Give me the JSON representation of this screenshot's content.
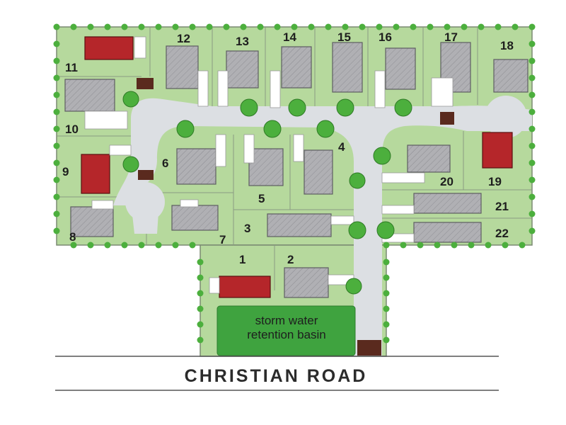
{
  "map": {
    "road_name": "CHRISTIAN ROAD",
    "basin_label_line1": "storm water",
    "basin_label_line2": "retention basin",
    "lots": [
      {
        "number": "1",
        "house": "red"
      },
      {
        "number": "2",
        "house": "gray"
      },
      {
        "number": "3",
        "house": "gray"
      },
      {
        "number": "4",
        "house": "gray"
      },
      {
        "number": "5",
        "house": "gray"
      },
      {
        "number": "6",
        "house": "gray"
      },
      {
        "number": "7",
        "house": "gray"
      },
      {
        "number": "8",
        "house": "gray"
      },
      {
        "number": "9",
        "house": "red"
      },
      {
        "number": "10",
        "house": "gray"
      },
      {
        "number": "11",
        "house": "red"
      },
      {
        "number": "12",
        "house": "gray"
      },
      {
        "number": "13",
        "house": "gray"
      },
      {
        "number": "14",
        "house": "gray"
      },
      {
        "number": "15",
        "house": "gray"
      },
      {
        "number": "16",
        "house": "gray"
      },
      {
        "number": "17",
        "house": "gray"
      },
      {
        "number": "18",
        "house": "gray"
      },
      {
        "number": "19",
        "house": "red"
      },
      {
        "number": "20",
        "house": "gray"
      },
      {
        "number": "21",
        "house": "gray"
      },
      {
        "number": "22",
        "house": "gray"
      }
    ],
    "colors": {
      "lot_green": "#b6d99d",
      "lot_border": "#7a8a72",
      "street": "#dcdfe3",
      "house_gray": "#a9a9ad",
      "house_red": "#b5262a",
      "tree": "#4caf3d",
      "basin": "#3fa33f",
      "entrance": "#5a2a1e"
    }
  }
}
